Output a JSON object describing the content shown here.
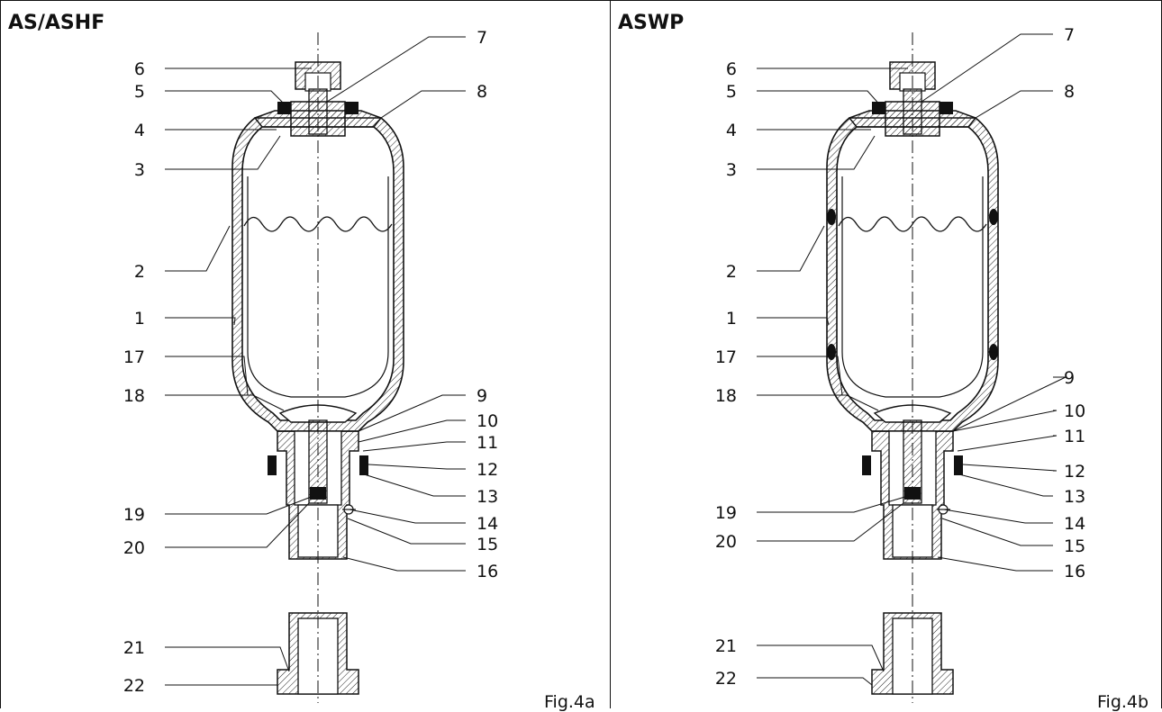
{
  "panels": [
    {
      "title": "AS/ASHF",
      "fig_label": "Fig.4a",
      "callouts_left": [
        "6",
        "5",
        "4",
        "3",
        "2",
        "1",
        "17",
        "18",
        "19",
        "20",
        "21",
        "22"
      ],
      "callouts_right": [
        "7",
        "8",
        "9",
        "10",
        "11",
        "12",
        "13",
        "14",
        "15",
        "16"
      ]
    },
    {
      "title": "ASWP",
      "fig_label": "Fig.4b",
      "callouts_left": [
        "6",
        "5",
        "4",
        "3",
        "2",
        "1",
        "17",
        "18",
        "19",
        "20",
        "21",
        "22"
      ],
      "callouts_right": [
        "7",
        "8",
        "9",
        "10",
        "11",
        "12",
        "13",
        "14",
        "15",
        "16"
      ]
    }
  ]
}
